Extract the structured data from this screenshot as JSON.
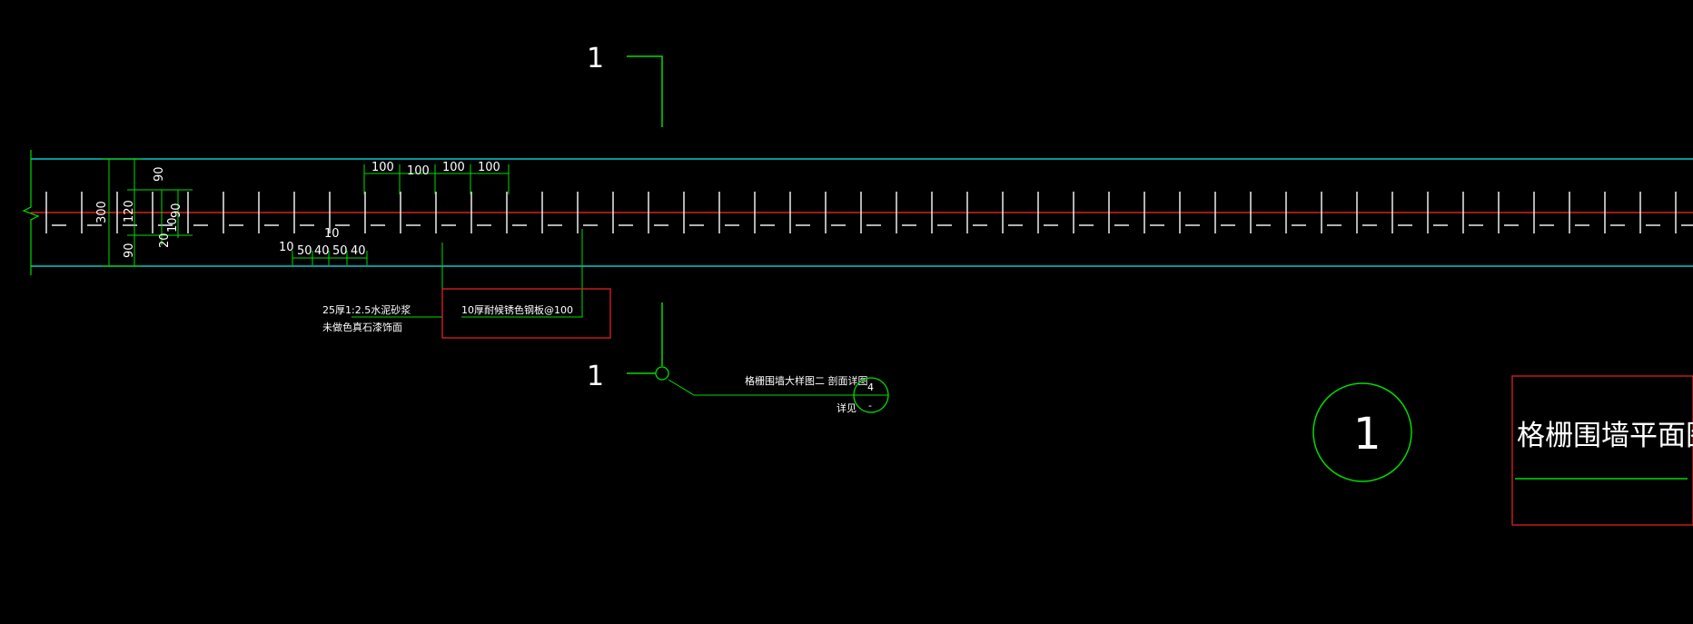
{
  "colors": {
    "background": "#000000",
    "cyan_line": "#00cccc",
    "red_line": "#ff2a2a",
    "green_line": "#00dd00",
    "white": "#ffffff",
    "red_box": "#e02020"
  },
  "drawing": {
    "section_marks": {
      "top_number": "1",
      "bottom_number": "1"
    },
    "dimensions": {
      "top_spacings": [
        "100",
        "100",
        "100",
        "100"
      ],
      "left_vertical": [
        "90",
        "300",
        "120",
        "90",
        "20",
        "10",
        "90"
      ],
      "bottom_left": [
        "10",
        "10",
        "50",
        "40",
        "50",
        "40"
      ]
    },
    "notes": {
      "mortar_line1": "25厚1:2.5水泥砂浆",
      "mortar_line2": "未做色真石漆饰面",
      "steel_plate": "10厚耐候锈色钢板@100"
    },
    "detail_callout": {
      "title": "格栅围墙大样图二 剖面详图",
      "see_label": "详见",
      "detail_number": "4",
      "sheet_number": "-"
    },
    "drawing_title": {
      "number": "1",
      "name": "格栅围墙平面图"
    }
  }
}
